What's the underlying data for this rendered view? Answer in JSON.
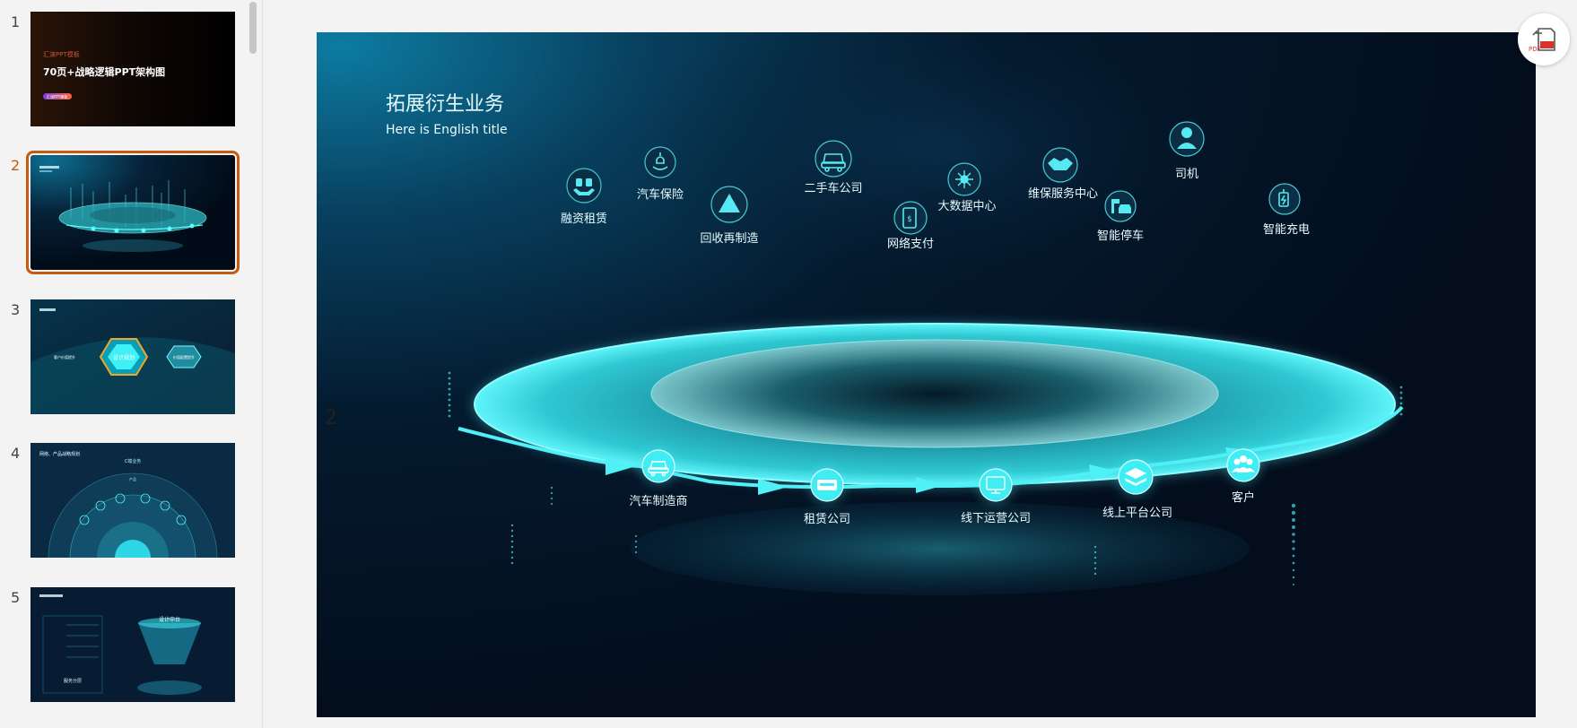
{
  "sidebar": {
    "thumbnails": [
      {
        "number": "1",
        "small_text": "汇演PPT模板",
        "title": "70页+战略逻辑PPT架构图",
        "badge": "汇演PPT模板"
      },
      {
        "number": "2"
      },
      {
        "number": "3",
        "center_label": "设计规划",
        "right_label": "价值配置提升",
        "left_label": "客户价值提升"
      },
      {
        "number": "4",
        "title": "网络、产品战略规划",
        "center_label": "C端业务",
        "sub_label": "产品"
      },
      {
        "number": "5",
        "center_label": "设计中台",
        "bottom_label": "服务分层"
      }
    ],
    "active_index": 1
  },
  "slide": {
    "number": "2",
    "title": "拓展衍生业务",
    "subtitle": "Here is English title",
    "services": [
      {
        "label": "融资租赁",
        "icon": "handshake-icon"
      },
      {
        "label": "汽车保险",
        "icon": "insurance-hand-icon"
      },
      {
        "label": "回收再制造",
        "icon": "recycle-triangle-icon"
      },
      {
        "label": "二手车公司",
        "icon": "car-icon"
      },
      {
        "label": "网络支付",
        "icon": "mobile-pay-icon"
      },
      {
        "label": "大数据中心",
        "icon": "data-network-icon"
      },
      {
        "label": "维保服务中心",
        "icon": "service-handshake-icon"
      },
      {
        "label": "智能停车",
        "icon": "parking-icon"
      },
      {
        "label": "司机",
        "icon": "driver-person-icon"
      },
      {
        "label": "智能充电",
        "icon": "charging-icon"
      }
    ],
    "chain": [
      {
        "label": "汽车制造商",
        "icon": "car-icon"
      },
      {
        "label": "租赁公司",
        "icon": "rental-card-icon"
      },
      {
        "label": "线下运营公司",
        "icon": "monitor-icon"
      },
      {
        "label": "线上平台公司",
        "icon": "layers-icon"
      },
      {
        "label": "客户",
        "icon": "users-icon"
      }
    ]
  },
  "toolbar": {
    "export_pdf": "PDF"
  },
  "colors": {
    "accent": "#c55a11",
    "cyan": "#35e6ee",
    "slide_bg": "#041426"
  }
}
